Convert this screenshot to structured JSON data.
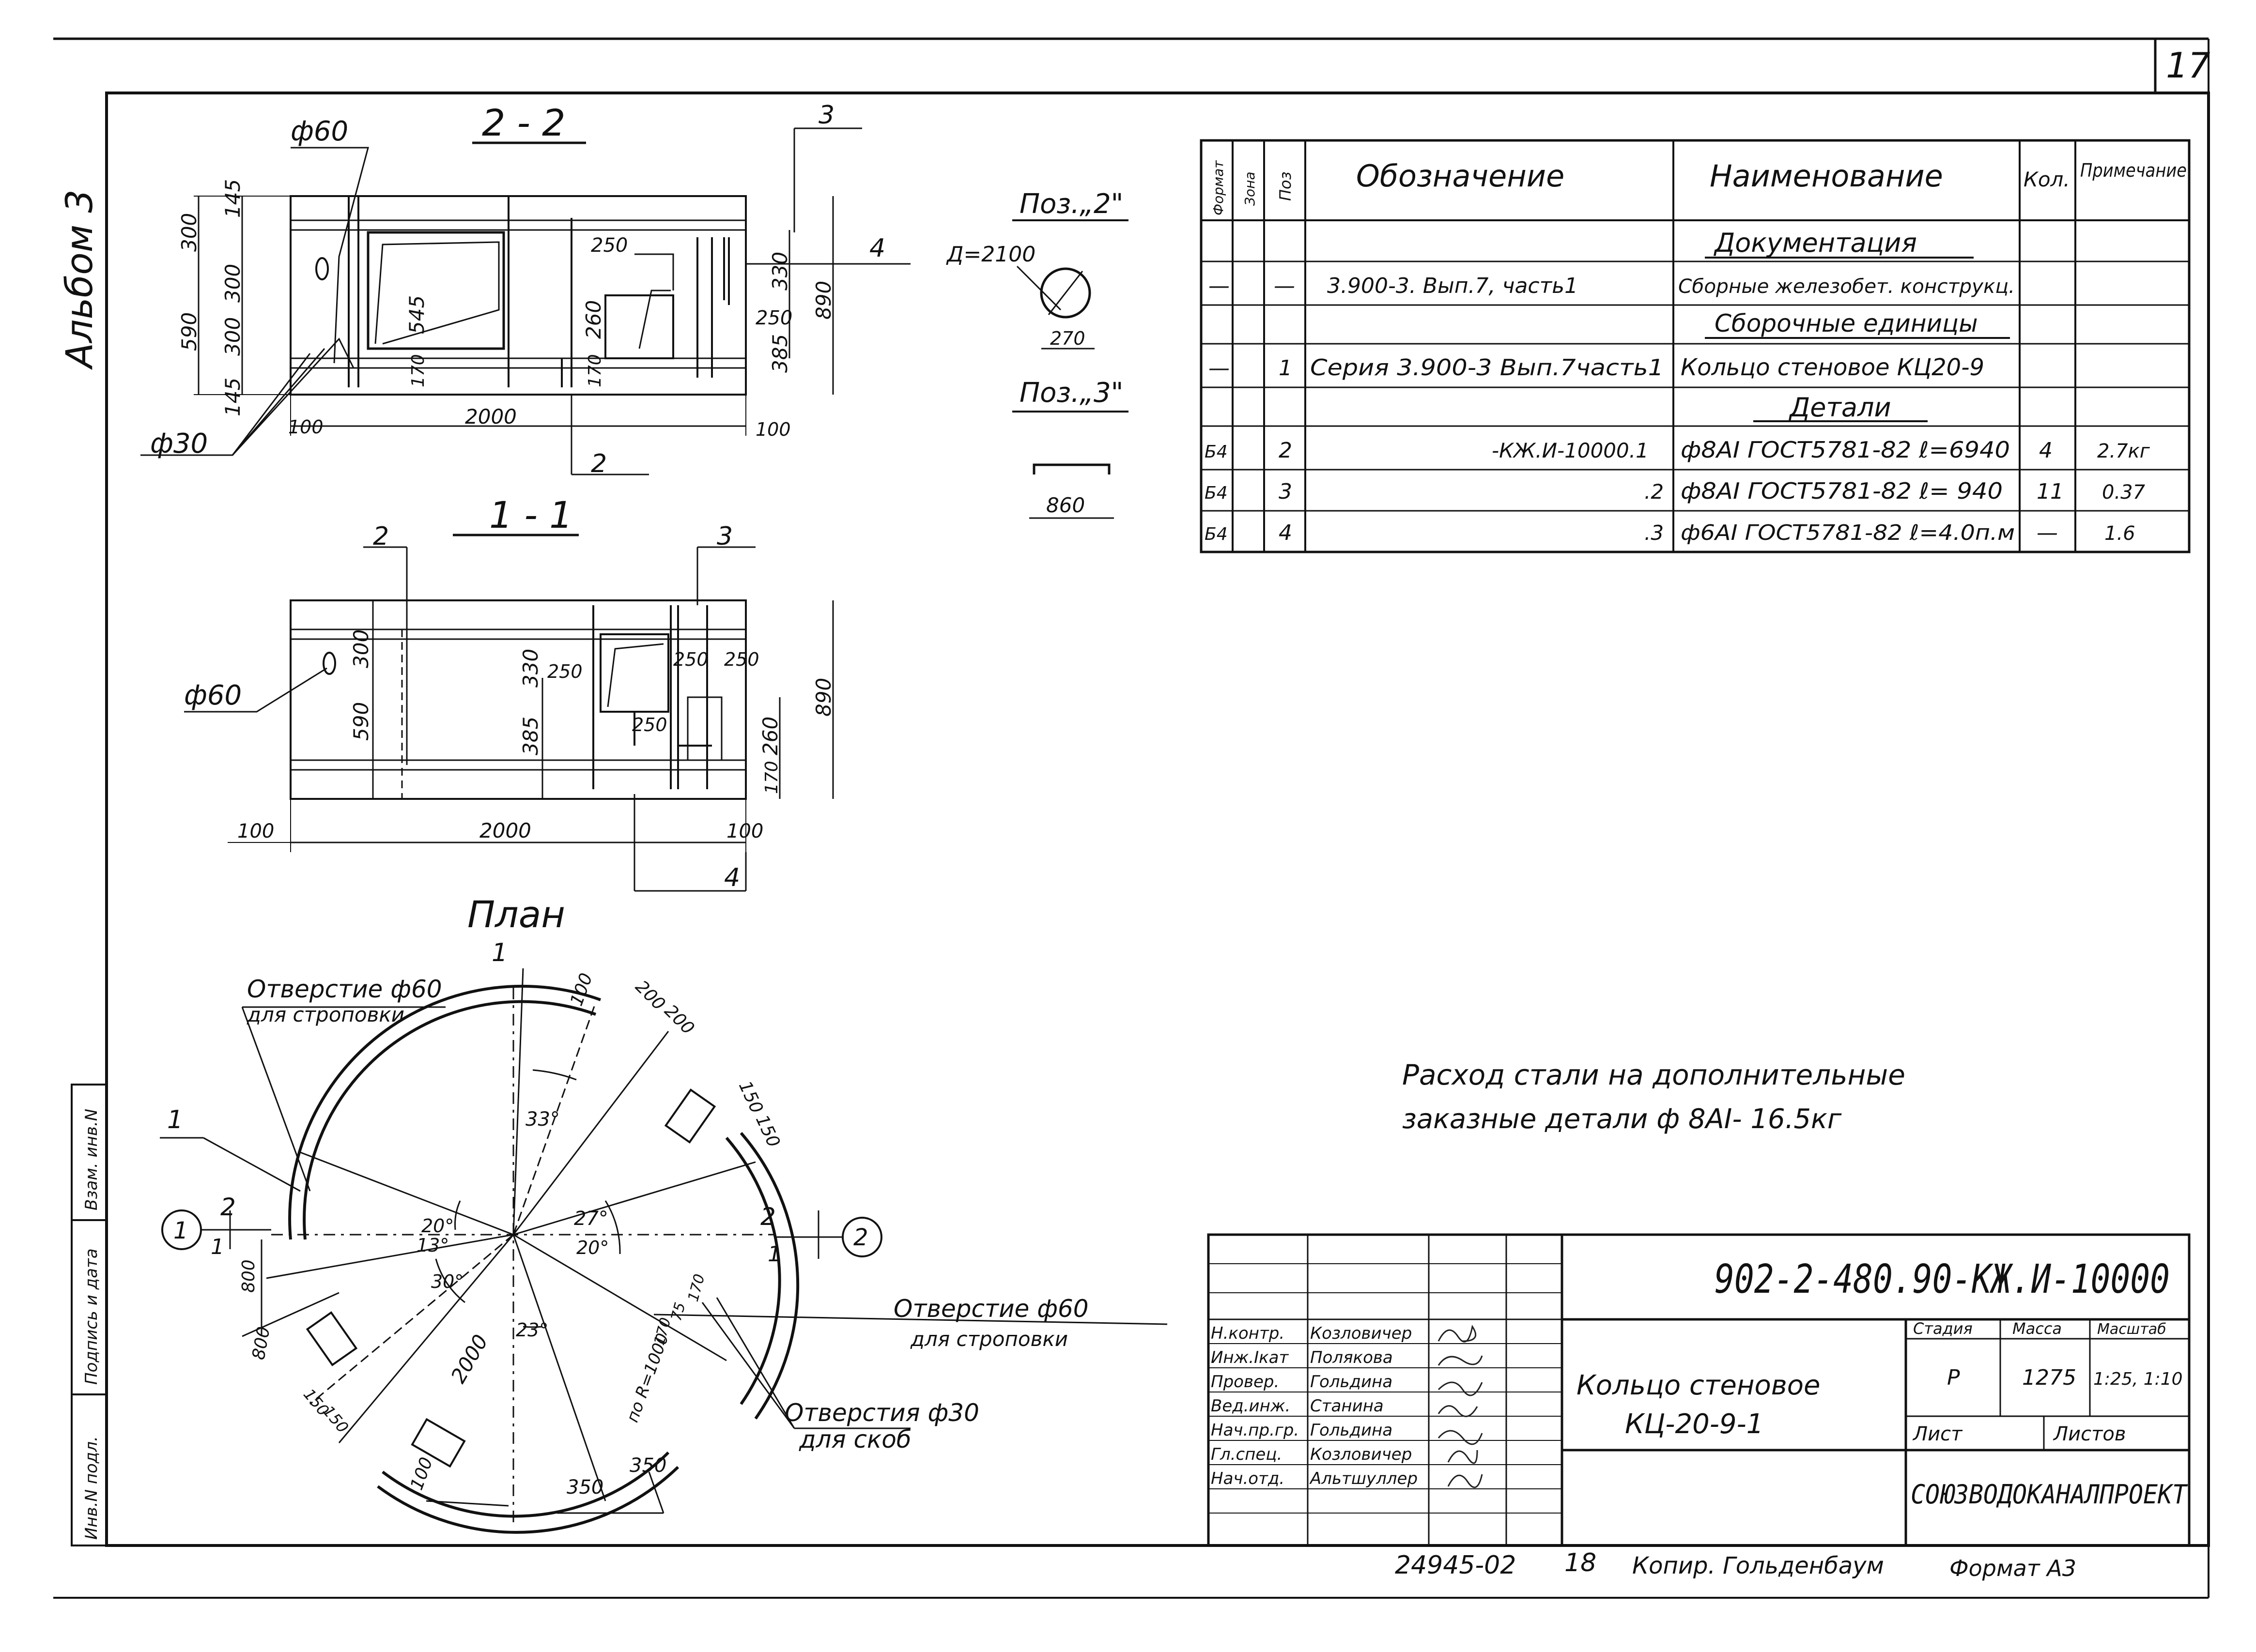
{
  "page_number": "17",
  "album_label": "Альбом 3",
  "left_strip": [
    "Инв.N подл.",
    "Подпись и дата",
    "Взам. инв.N"
  ],
  "section_22": {
    "title": "2 - 2",
    "leader_phi60": "ф60",
    "leader_phi30": "ф30",
    "dims_left": [
      "145",
      "300",
      "300",
      "590",
      "145"
    ],
    "dim_545": "545",
    "dim_170a": "170",
    "dim_170b": "170",
    "dim_250a": "250",
    "dim_260": "260",
    "dim_250b": "250",
    "dim_330": "330",
    "dim_385": "385",
    "dim_890": "890",
    "dim_100a": "100",
    "dim_2000": "2000",
    "dim_100b": "100",
    "pos_3": "3",
    "pos_4": "4",
    "pos_2": "2"
  },
  "section_11": {
    "title": "1 - 1",
    "leader_phi60": "ф60",
    "dim_300": "300",
    "dim_590": "590",
    "dim_330": "330",
    "dim_385": "385",
    "dim_250a": "250",
    "dim_250b": "250",
    "dim_250c": "250",
    "dim_250d": "250",
    "dim_260": "260",
    "dim_170": "170",
    "dim_890": "890",
    "dim_100a": "100",
    "dim_2000": "2000",
    "dim_100b": "100",
    "pos_2": "2",
    "pos_3": "3",
    "pos_4": "4"
  },
  "pos2": {
    "title": "Поз.„2\"",
    "diameter": "Д=2100",
    "dim": "270"
  },
  "pos3": {
    "title": "Поз.„3\"",
    "dim": "860"
  },
  "plan": {
    "title": "План",
    "hole_lift_label": "Отверстие ф60",
    "hole_lift_sub": "для строповки",
    "hole_lift_label2": "Отверстие ф60",
    "hole_lift_sub2": "для строповки",
    "hole_clip_label": "Отверстия ф30",
    "hole_clip_sub": "для скоб",
    "pos_1a": "1",
    "pos_1b": "1",
    "mark_1": "1",
    "mark_2": "2",
    "cut_2a": "2",
    "cut_1a": "1",
    "cut_2b": "2",
    "cut_1b": "1",
    "dims": [
      "100",
      "200",
      "200",
      "150",
      "150",
      "33°",
      "27°",
      "20°",
      "20°",
      "13°",
      "30°",
      "23°",
      "800",
      "800",
      "2000",
      "по R=1000",
      "170",
      "75",
      "170",
      "350",
      "350",
      "100",
      "150",
      "150"
    ]
  },
  "spec": {
    "headers": {
      "format": "Формат",
      "zone": "Зона",
      "pos": "Поз",
      "designation": "Обозначение",
      "name": "Наименование",
      "qty": "Кол.",
      "note": "Примечание"
    },
    "rows": [
      {
        "format": "",
        "zone": "",
        "pos": "",
        "designation": "",
        "name": "Документация",
        "qty": "",
        "note": ""
      },
      {
        "format": "—",
        "zone": "",
        "pos": "—",
        "designation": "3.900-3. Вып.7, часть1",
        "name": "Сборные железобет. конструкц.",
        "qty": "",
        "note": ""
      },
      {
        "format": "",
        "zone": "",
        "pos": "",
        "designation": "",
        "name": "Сборочные единицы",
        "qty": "",
        "note": ""
      },
      {
        "format": "—",
        "zone": "",
        "pos": "1",
        "designation": "Серия 3.900-3 Вып.7часть1",
        "name": "Кольцо стеновое КЦ20-9",
        "qty": "",
        "note": ""
      },
      {
        "format": "",
        "zone": "",
        "pos": "",
        "designation": "",
        "name": "Детали",
        "qty": "",
        "note": ""
      },
      {
        "format": "Б4",
        "zone": "",
        "pos": "2",
        "designation": "-КЖ.И-10000.1",
        "name": "ф8АI ГОСТ5781-82 ℓ=6940",
        "qty": "4",
        "note": "2.7кг"
      },
      {
        "format": "Б4",
        "zone": "",
        "pos": "3",
        "designation": ".2",
        "name": "ф8АI ГОСТ5781-82 ℓ= 940",
        "qty": "11",
        "note": "0.37"
      },
      {
        "format": "Б4",
        "zone": "",
        "pos": "4",
        "designation": ".3",
        "name": "ф6АI ГОСТ5781-82 ℓ=4.0п.м",
        "qty": "—",
        "note": "1.6"
      }
    ]
  },
  "steel_note": [
    "Расход стали на дополнительные",
    "заказные детали ф 8АI- 16.5кг"
  ],
  "title_block": {
    "code": "902-2-480.90-КЖ.И-10000",
    "roles": [
      "Н.контр.",
      "Инж.Iкат",
      "Провер.",
      "Вед.инж.",
      "Нач.пр.гр.",
      "Гл.спец.",
      "Нач.отд."
    ],
    "names": [
      "Козловичер",
      "Полякова",
      "Гольдина",
      "Станина",
      "Гольдина",
      "Козловичер",
      "Альтшуллер"
    ],
    "object_name": [
      "Кольцо стеновое",
      "КЦ-20-9-1"
    ],
    "stage_label": "Стадия",
    "mass_label": "Масса",
    "scale_label": "Масштаб",
    "stage": "Р",
    "mass": "1275",
    "scale": "1:25, 1:10",
    "sheet_label": "Лист",
    "sheets_label": "Листов",
    "org": "СОЮЗВОДОКАНАЛПРОЕКТ"
  },
  "footer": {
    "inv": "24945-02",
    "num": "18",
    "copy": "Копир. Гольденбаум",
    "format": "Формат А3"
  }
}
